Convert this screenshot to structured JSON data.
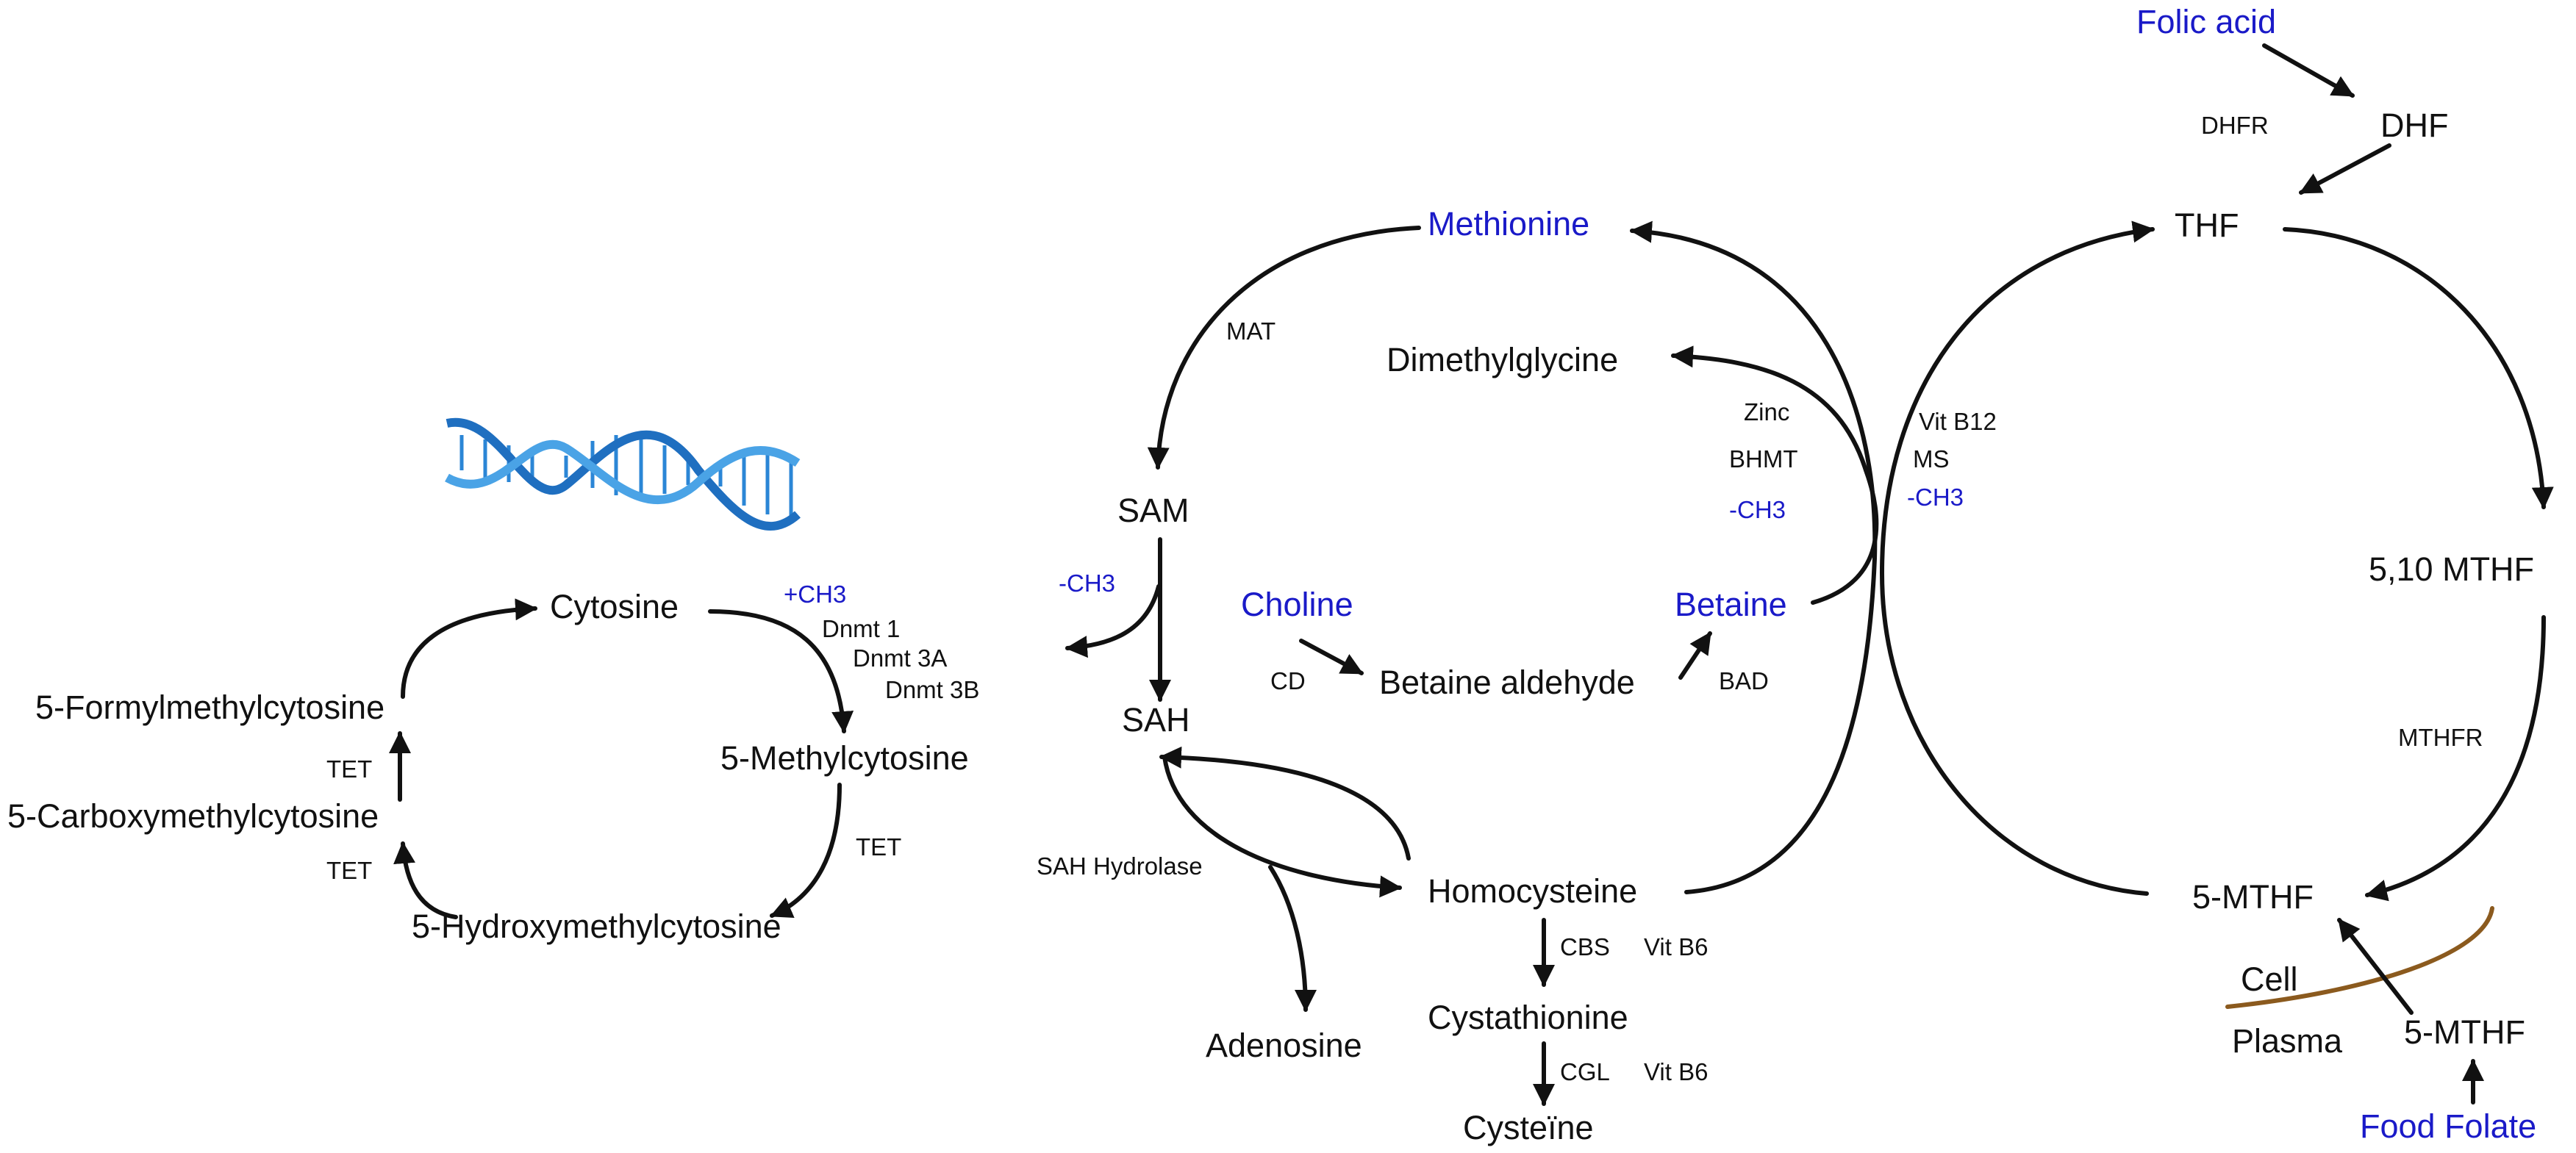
{
  "colors": {
    "ink": "#111111",
    "blue_label": "#1a1ac8",
    "membrane": "#8b5a1e",
    "dna": "#2b86d6"
  },
  "dna_icon": "dna-double-helix-icon",
  "dna_cycle": {
    "cytosine": "Cytosine",
    "methylcytosine": "5-Methylcytosine",
    "hydroxymethylcytosine": "5-Hydroxymethylcytosine",
    "formylmethylcytosine": "5-Formylmethylcytosine",
    "carboxymethylcytosine": "5-Carboxymethylcytosine",
    "plus_ch3": "+CH3",
    "dnmt1": "Dnmt 1",
    "dnmt3a": "Dnmt 3A",
    "dnmt3b": "Dnmt 3B",
    "tet_1": "TET",
    "tet_2": "TET",
    "tet_3": "TET"
  },
  "methionine_cycle": {
    "methionine": "Methionine",
    "mat": "MAT",
    "sam": "SAM",
    "minus_ch3": "-CH3",
    "sah": "SAH",
    "sah_hydrolase": "SAH Hydrolase",
    "adenosine": "Adenosine",
    "homocysteine": "Homocysteine",
    "cbs": "CBS",
    "vit_b6_1": "Vit B6",
    "cystathionine": "Cystathionine",
    "cgl": "CGL",
    "vit_b6_2": "Vit B6",
    "cysteine": "Cysteïne"
  },
  "betaine_pathway": {
    "dimethylglycine": "Dimethylglycine",
    "zinc": "Zinc",
    "bhmt": "BHMT",
    "minus_ch3": "-CH3",
    "choline": "Choline",
    "cd": "CD",
    "betaine_aldehyde": "Betaine aldehyde",
    "bad": "BAD",
    "betaine": "Betaine"
  },
  "folate_cycle": {
    "folic_acid": "Folic acid",
    "dhfr": "DHFR",
    "dhf": "DHF",
    "thf": "THF",
    "vit_b12": "Vit B12",
    "ms": "MS",
    "minus_ch3": "-CH3",
    "mthf_5_10": "5,10 MTHF",
    "mthfr": "MTHFR",
    "mthf_5": "5-MTHF",
    "cell": "Cell",
    "plasma": "Plasma",
    "mthf_5_plasma": "5-MTHF",
    "food_folate": "Food Folate"
  }
}
